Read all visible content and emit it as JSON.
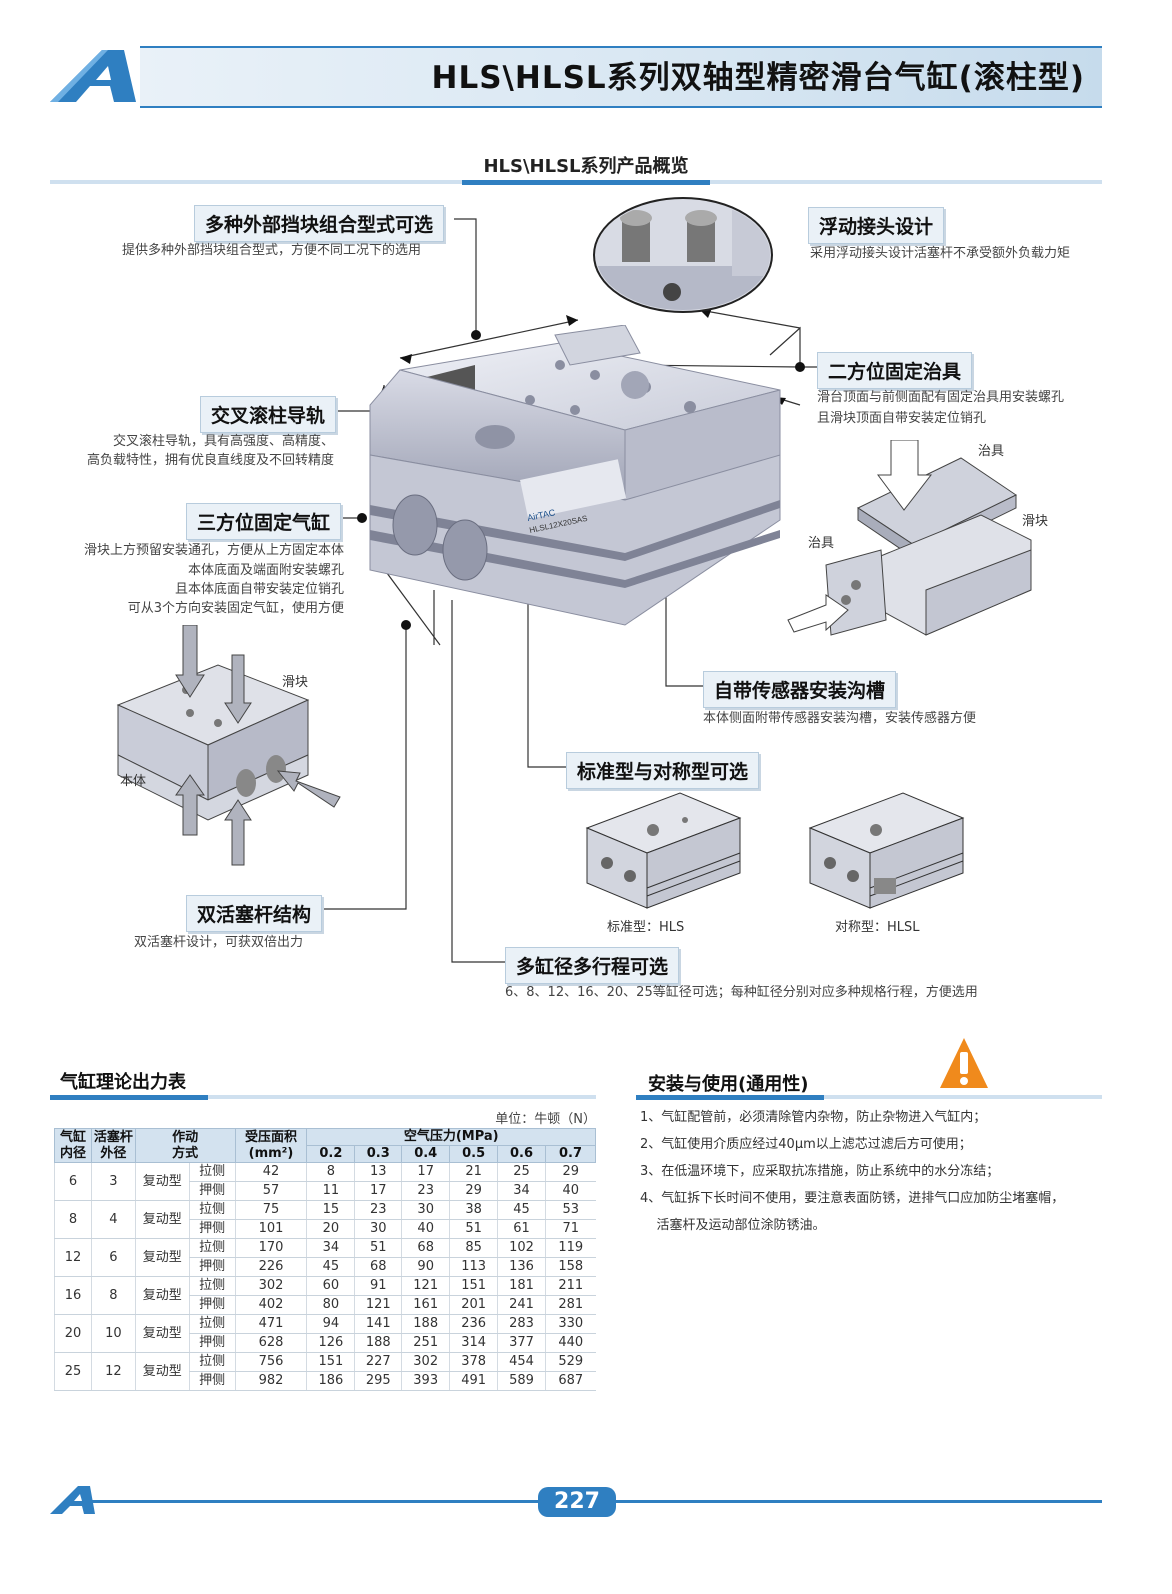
{
  "header": {
    "title": "HLS\\HLSL系列双轴型精密滑台气缸(滚柱型)",
    "brand_color": "#2f7fc1"
  },
  "overview": {
    "title": "HLS\\HLSL系列产品概览",
    "product_label_brand": "AirTAC",
    "product_label_model": "HLSL12X20SAS",
    "features": [
      {
        "title": "多种外部挡块组合型式可选",
        "desc": [
          "提供多种外部挡块组合型式，方便不同工况下的选用"
        ]
      },
      {
        "title": "浮动接头设计",
        "desc": [
          "采用浮动接头设计活塞杆不承受额外负载力矩"
        ]
      },
      {
        "title": "二方位固定治具",
        "desc": [
          "滑台顶面与前侧面配有固定治具用安装螺孔",
          "且滑块顶面自带安装定位销孔"
        ]
      },
      {
        "title": "交叉滚柱导轨",
        "desc": [
          "交叉滚柱导轨，具有高强度、高精度、",
          "高负载特性，拥有优良直线度及不回转精度"
        ]
      },
      {
        "title": "三方位固定气缸",
        "desc": [
          "滑块上方预留安装通孔，方便从上方固定本体",
          "本体底面及端面附安装螺孔",
          "且本体底面自带安装定位销孔",
          "可从3个方向安装固定气缸，使用方便"
        ]
      },
      {
        "title": "自带传感器安装沟槽",
        "desc": [
          "本体侧面附带传感器安装沟槽，安装传感器方便"
        ]
      },
      {
        "title": "标准型与对称型可选",
        "desc": []
      },
      {
        "title": "双活塞杆结构",
        "desc": [
          "双活塞杆设计，可获双倍出力"
        ]
      },
      {
        "title": "多缸径多行程可选",
        "desc": [
          "6、8、12、16、20、25等缸径可选；每种缸径分别对应多种规格行程，方便选用"
        ]
      }
    ],
    "labels": {
      "fixture_top": "治具",
      "slider_right": "滑块",
      "fixture_side": "治具",
      "slider_left": "滑块",
      "body_left": "本体",
      "std_caption": "标准型：HLS",
      "sym_caption": "对称型：HLSL"
    }
  },
  "force_table": {
    "title": "气缸理论出力表",
    "unit": "单位：牛顿（N）",
    "headers": {
      "bore": [
        "气缸",
        "内径"
      ],
      "rod": [
        "活塞杆",
        "外径"
      ],
      "action": [
        "作动",
        "方式"
      ],
      "area": [
        "受压面积",
        "(mm²)"
      ],
      "pressure": "空气压力(MPa)",
      "pressures": [
        "0.2",
        "0.3",
        "0.4",
        "0.5",
        "0.6",
        "0.7"
      ]
    },
    "groups": [
      {
        "bore": "6",
        "rod": "3",
        "type": "复动型",
        "rows": [
          {
            "side": "拉侧",
            "area": "42",
            "values": [
              "8",
              "13",
              "17",
              "21",
              "25",
              "29"
            ]
          },
          {
            "side": "押侧",
            "area": "57",
            "values": [
              "11",
              "17",
              "23",
              "29",
              "34",
              "40"
            ]
          }
        ]
      },
      {
        "bore": "8",
        "rod": "4",
        "type": "复动型",
        "rows": [
          {
            "side": "拉侧",
            "area": "75",
            "values": [
              "15",
              "23",
              "30",
              "38",
              "45",
              "53"
            ]
          },
          {
            "side": "押侧",
            "area": "101",
            "values": [
              "20",
              "30",
              "40",
              "51",
              "61",
              "71"
            ]
          }
        ]
      },
      {
        "bore": "12",
        "rod": "6",
        "type": "复动型",
        "rows": [
          {
            "side": "拉侧",
            "area": "170",
            "values": [
              "34",
              "51",
              "68",
              "85",
              "102",
              "119"
            ]
          },
          {
            "side": "押侧",
            "area": "226",
            "values": [
              "45",
              "68",
              "90",
              "113",
              "136",
              "158"
            ]
          }
        ]
      },
      {
        "bore": "16",
        "rod": "8",
        "type": "复动型",
        "rows": [
          {
            "side": "拉侧",
            "area": "302",
            "values": [
              "60",
              "91",
              "121",
              "151",
              "181",
              "211"
            ]
          },
          {
            "side": "押侧",
            "area": "402",
            "values": [
              "80",
              "121",
              "161",
              "201",
              "241",
              "281"
            ]
          }
        ]
      },
      {
        "bore": "20",
        "rod": "10",
        "type": "复动型",
        "rows": [
          {
            "side": "拉侧",
            "area": "471",
            "values": [
              "94",
              "141",
              "188",
              "236",
              "283",
              "330"
            ]
          },
          {
            "side": "押侧",
            "area": "628",
            "values": [
              "126",
              "188",
              "251",
              "314",
              "377",
              "440"
            ]
          }
        ]
      },
      {
        "bore": "25",
        "rod": "12",
        "type": "复动型",
        "rows": [
          {
            "side": "拉侧",
            "area": "756",
            "values": [
              "151",
              "227",
              "302",
              "378",
              "454",
              "529"
            ]
          },
          {
            "side": "押侧",
            "area": "982",
            "values": [
              "186",
              "295",
              "393",
              "491",
              "589",
              "687"
            ]
          }
        ]
      }
    ]
  },
  "install": {
    "title": "安装与使用(通用性)",
    "warning_icon": "warning-icon",
    "warning_color": "#f08a1c",
    "items": [
      "1、气缸配管前，必须清除管内杂物，防止杂物进入气缸内；",
      "2、气缸使用介质应经过40μm以上滤芯过滤后方可使用；",
      "3、在低温环境下，应采取抗冻措施，防止系统中的水分冻结；",
      "4、气缸拆下长时间不使用，要注意表面防锈，进排气口应加防尘堵塞帽，",
      "    活塞杆及运动部位涂防锈油。"
    ]
  },
  "footer": {
    "page_number": "227"
  }
}
